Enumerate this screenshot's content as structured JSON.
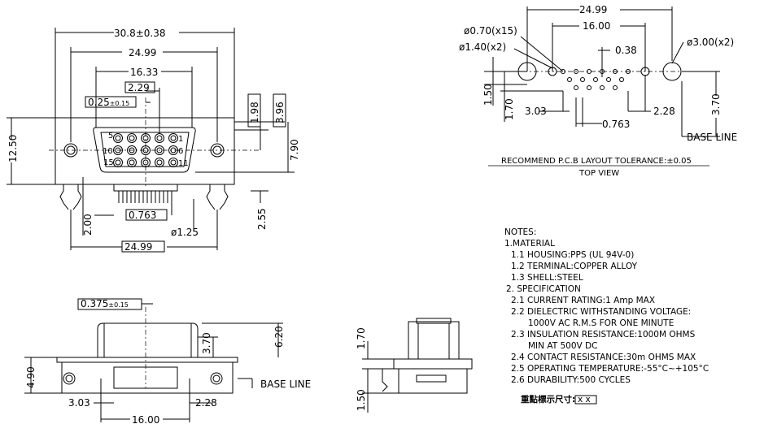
{
  "front_view": {
    "overall_width": "30.8±0.38",
    "mount_hole_spacing": "24.99",
    "pin_row_span": "16.33",
    "pin_pitch": "2.29",
    "pin_offset_value": "0.25",
    "pin_offset_tol": "±0.15",
    "row_offset_1": "1.98",
    "row_offset_2": "3.96",
    "shell_height": "7.90",
    "body_height": "12.50",
    "tail_length": "2.00",
    "tail_pitch": "0.763",
    "hole_dia": "ø1.25",
    "bracket_height": "2.55",
    "bottom_span": "24.99",
    "pin_numbers": [
      "5",
      "1",
      "10",
      "6",
      "15",
      "11"
    ]
  },
  "top_view": {
    "outer_span": "24.99",
    "pin_hole_span": "16.00",
    "pin_hole": "ø0.70(x15)",
    "boss_hole": "ø1.40(x2)",
    "mount_hole": "ø3.00(x2)",
    "half_pitch": "0.38",
    "dim_a": "1.50",
    "dim_b": "1.70",
    "dim_c": "3.03",
    "dim_d": "0.763",
    "dim_e": "2.28",
    "dim_f": "3.70",
    "base_line": "BASE LINE",
    "caption": "RECOMMEND P.C.B LAYOUT TOLERANCE:±0.05",
    "subcaption": "TOP VIEW"
  },
  "bottom_view": {
    "offset_value": "0.375",
    "offset_tol": "±0.15",
    "dim_height": "6.20",
    "dim_mid": "3.70",
    "dim_base": "4.90",
    "dim_c": "3.03",
    "dim_e": "2.28",
    "span": "16.00",
    "base_line": "BASE LINE"
  },
  "side_view": {
    "dim_top": "1.70",
    "dim_bottom": "1.50"
  },
  "notes": {
    "title": "NOTES:",
    "lines": [
      "1.MATERIAL",
      "1.1  HOUSING:PPS  (UL  94V-0)",
      "1.2  TERMINAL:COPPER  ALLOY",
      "1.3  SHELL:STEEL",
      "2.  SPECIFICATION",
      "2.1  CURRENT  RATING:1  Amp  MAX",
      "2.2  DIELECTRIC  WITHSTANDING  VOLTAGE:",
      "1000V  AC  R.M.S  FOR  ONE  MINUTE",
      "2.3  INSULATION  RESISTANCE:1000M  OHMS",
      "MIN  AT  500V  DC",
      "2.4  CONTACT  RESISTANCE:30m  OHMS  MAX",
      "2.5  OPERATING  TEMPERATURE:-55°C~+105°C",
      "2.6  DURABILITY:500  CYCLES"
    ],
    "key_dims_label": "重點標示尺寸:",
    "key_dims_box": "x x"
  }
}
